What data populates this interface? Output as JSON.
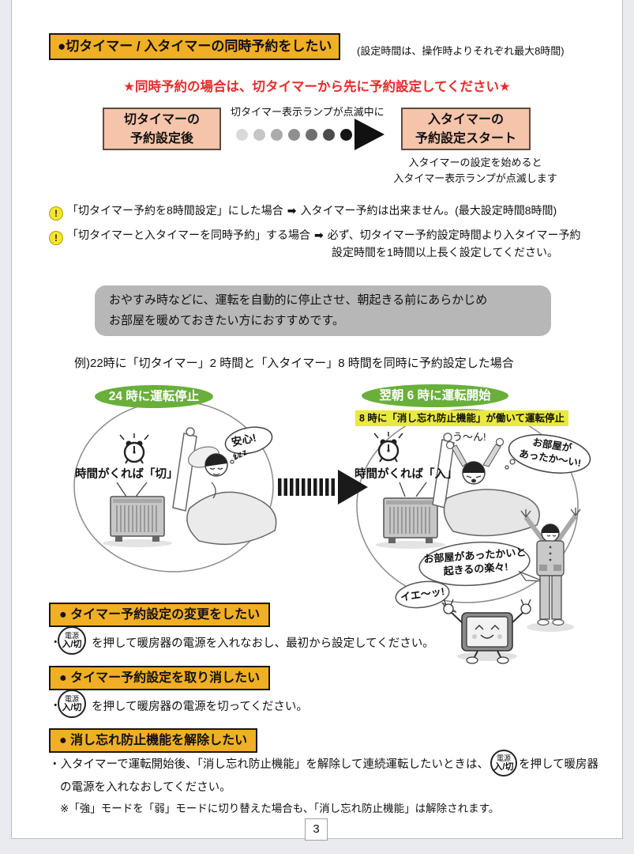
{
  "page": {
    "number": "3"
  },
  "colors": {
    "header_yellow": "#f1af25",
    "flow_pink": "#f5c4aa",
    "badge_green": "#69af3a",
    "highlight_yellow": "#e9e93f",
    "warning_red": "#e52c2c",
    "recommend_gray": "#b7b7b7"
  },
  "power_button": {
    "line1": "電源",
    "line2": "入/切"
  },
  "section_timer": {
    "title": "●切タイマー / 入タイマーの同時予約をしたい",
    "subtitle": "(設定時間は、操作時よりそれぞれ最大8時間)",
    "warning": "★同時予約の場合は、切タイマーから先に予約設定してください★",
    "flow": {
      "left_box_line1": "切タイマーの",
      "left_box_line2": "予約設定後",
      "dots_label": "切タイマー表示ランプが点滅中に",
      "dot_colors": [
        "#d9d9d9",
        "#c6c6c6",
        "#ababab",
        "#8f8f8f",
        "#6f6f6f",
        "#4b4b4b",
        "#161616"
      ],
      "right_box_line1": "入タイマーの",
      "right_box_line2": "予約設定スタート",
      "right_note_line1": "入タイマーの設定を始めると",
      "right_note_line2": "入タイマー表示ランプが点滅します"
    },
    "note1": {
      "text": "「切タイマー予約を8時間設定」にした場合",
      "arrow": "➡",
      "result": "入タイマー予約は出来ません。(最大設定時間8時間)"
    },
    "note2": {
      "text": "「切タイマーと入タイマーを同時予約」する場合",
      "arrow": "➡",
      "result_line1": "必ず、切タイマー予約設定時間より入タイマー予約",
      "result_line2": "設定時間を1時間以上長く設定してください。"
    },
    "recommend_line1": "おやすみ時などに、運転を自動的に停止させ、朝起きる前にあらかじめ",
    "recommend_line2": "お部屋を暖めておきたい方におすすめです。",
    "example": "例)22時に「切タイマー」2 時間と「入タイマー」8 時間を同時に予約設定した場合"
  },
  "illustration": {
    "left_badge": "24 時に運転停止",
    "right_badge": "翌朝 6 時に運転開始",
    "right_highlight": "8 時に「消し忘れ防止機能」が働いて運転停止",
    "left_clock_label": "時間がくれば「切」",
    "right_clock_label": "時間がくれば「入」",
    "relief_bubble": "安心!",
    "zzz": "zzz",
    "stretch": "う〜ん!",
    "warm_bubble_line1": "お部屋が",
    "warm_bubble_line2": "あったか〜い!",
    "easy_bubble_line1": "お部屋があったかいと",
    "easy_bubble_line2": "起きるの楽々!",
    "yay_bubble": "イエ〜ッ!"
  },
  "section_change": {
    "title": "● タイマー予約設定の変更をしたい",
    "bullet": "・",
    "body": "を押して暖房器の電源を入れなおし、最初から設定してください。"
  },
  "section_cancel": {
    "title": "● タイマー予約設定を取り消したい",
    "bullet": "・",
    "body": "を押して暖房器の電源を切ってください。"
  },
  "section_release": {
    "title": "● 消し忘れ防止機能を解除したい",
    "bullet": "・",
    "body_pre": "入タイマーで運転開始後、「消し忘れ防止機能」を解除して連続運転したいときは、",
    "body_post": "を押して暖房器",
    "body_line2": "の電源を入れなおしてください。",
    "note": "※「強」モードを「弱」モードに切り替えた場合も、「消し忘れ防止機能」は解除されます。"
  }
}
